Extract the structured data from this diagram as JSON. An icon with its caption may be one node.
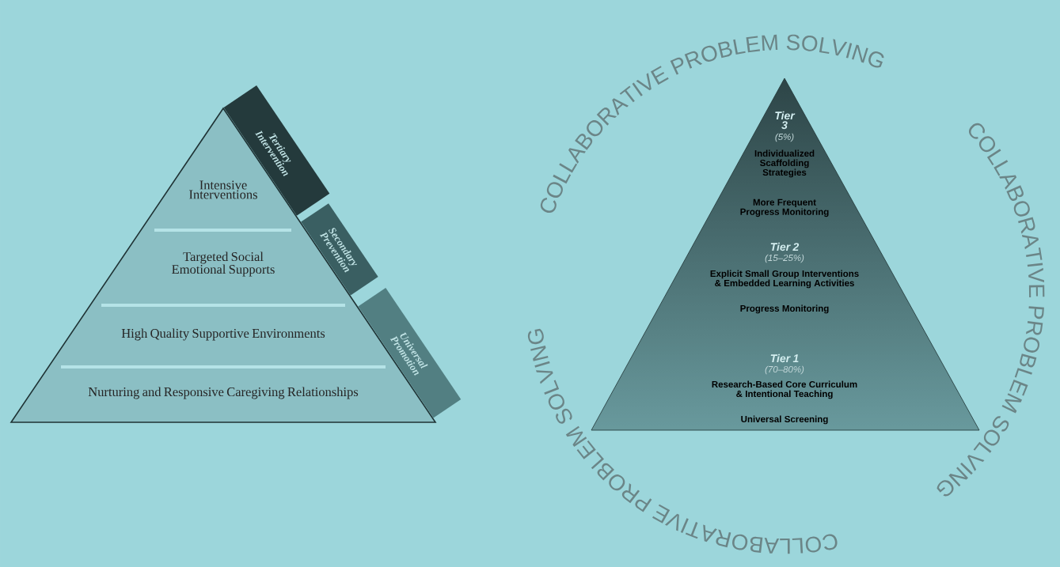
{
  "diagram": {
    "nodes": [
      {
        "text": [],
        "shape": "triangle"
      },
      {
        "text": [
          "Intensive Interventions"
        ],
        "in": 0
      },
      {
        "text": [
          "Targeted Social Emotional Supports"
        ],
        "in": 0
      },
      {
        "text": [
          "High Quality Supportive Environments"
        ],
        "in": 0
      },
      {
        "text": [
          "Nurturing and Responsive Caregiving Relationships"
        ],
        "in": 0
      },
      {
        "text": [
          "Tertiary Intervention"
        ]
      },
      {
        "text": [
          "Secondary Prevention"
        ]
      },
      {
        "text": [
          "Universal Promotion"
        ]
      },
      {
        "text": [
          "Tier 3",
          "(5%)",
          "Individualized Scaffolding Strategies",
          "More Frequent Progress Monitoring",
          "Tier 2",
          "(15–25%)",
          "Explicit Small Group Interventions & Embedded Learning Activities",
          "Progress Monitoring",
          "Tier 1",
          "(70–80%)",
          "Research-Based Core Curriculum & Intentional Teaching",
          "Universal Screening"
        ]
      }
    ],
    "labels": [
      "COLLABORATIVE PROBLEM SOLVING",
      "COLLABORATIVE PROBLEM SOLVING",
      "COLLABORATIVE PROBLEM SOLVING"
    ]
  }
}
